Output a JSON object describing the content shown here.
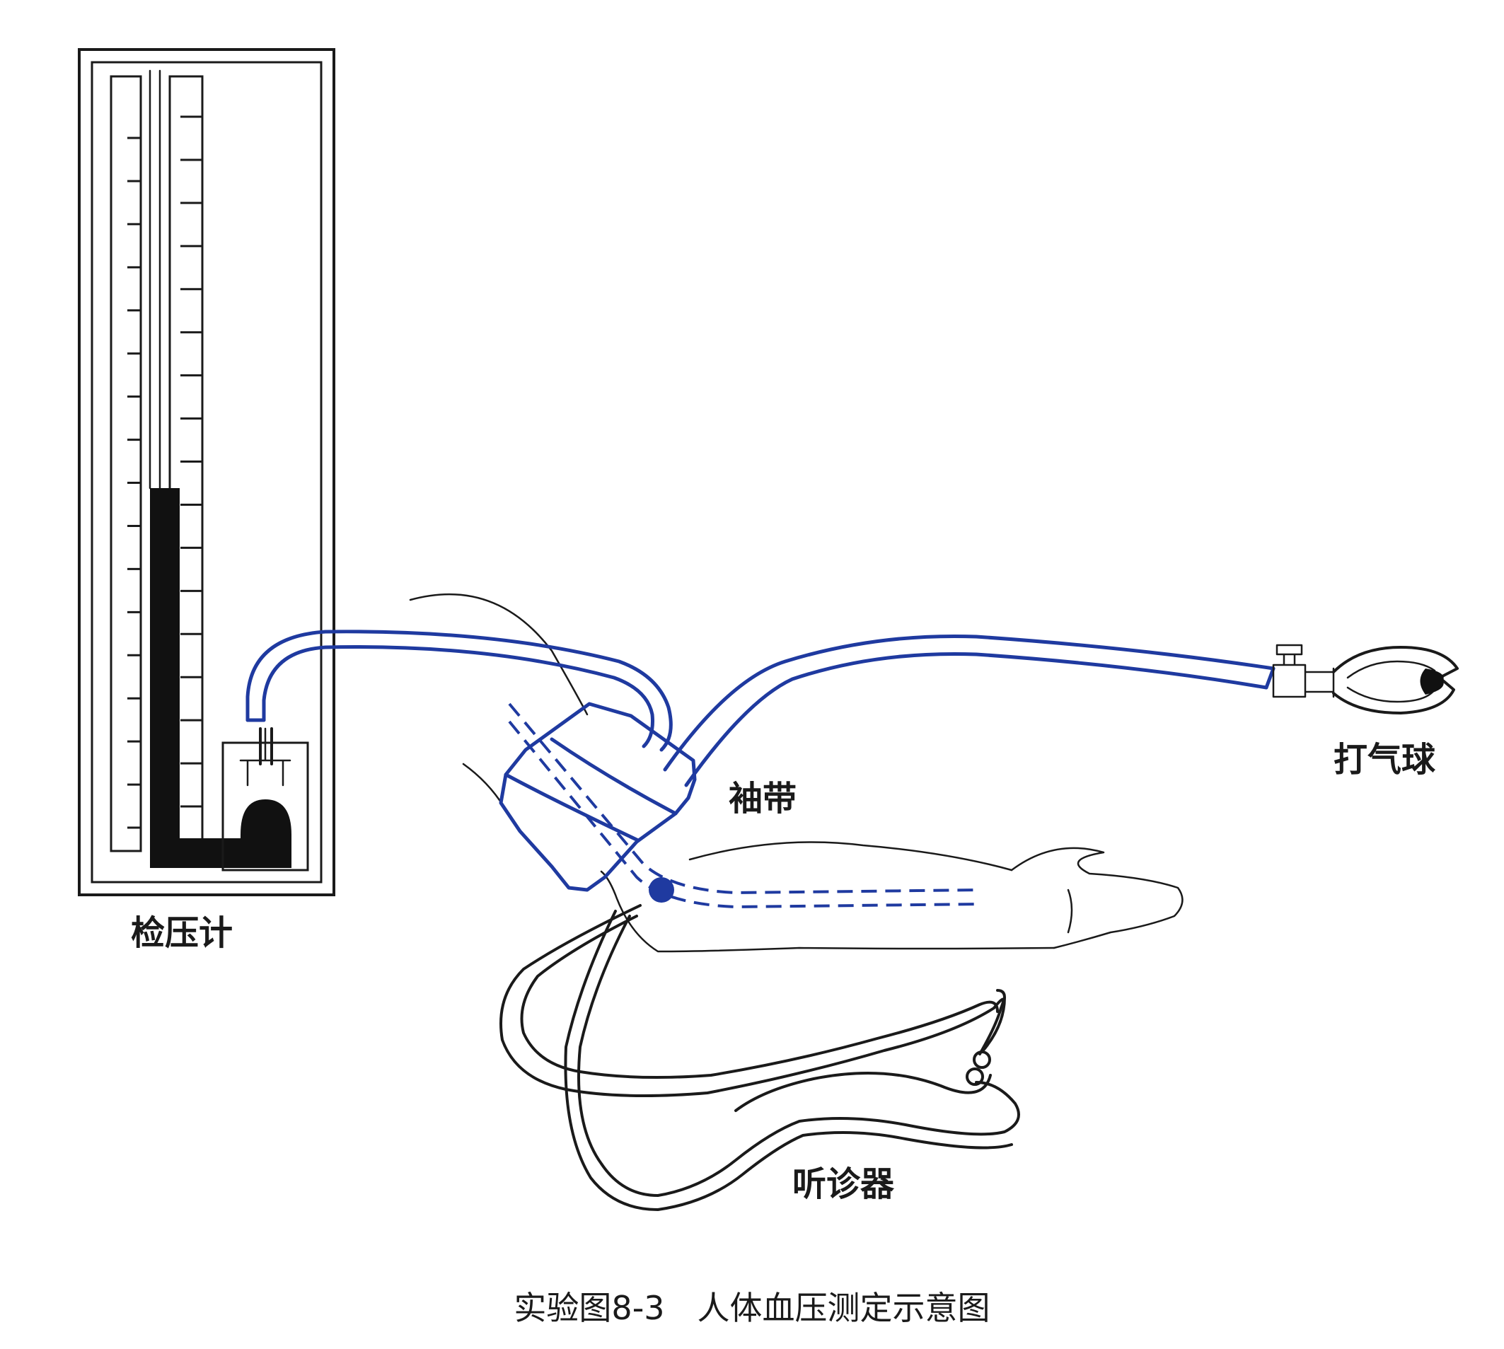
{
  "labels": {
    "manometer": "检压计",
    "cuff": "袖带",
    "bulb": "打气球",
    "stethoscope": "听诊器"
  },
  "caption": "实验图8-3　人体血压测定示意图",
  "colors": {
    "tube": "#1f3aa0",
    "ink": "#1a1a1a",
    "mercury": "#111111"
  }
}
